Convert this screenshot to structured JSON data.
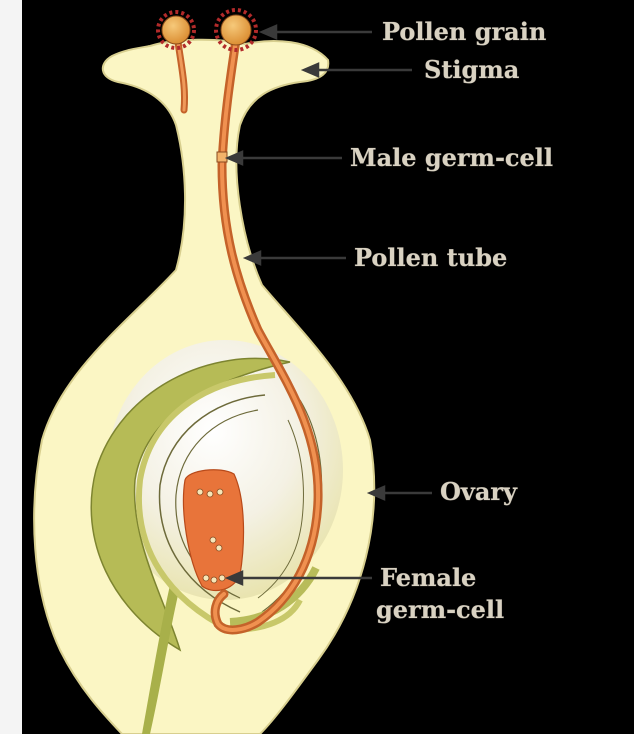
{
  "labels": {
    "pollen_grain": "Pollen grain",
    "stigma": "Stigma",
    "male_germ_cell": "Male germ-cell",
    "pollen_tube": "Pollen tube",
    "ovary": "Ovary",
    "female_germ_cell_line1": "Female",
    "female_germ_cell_line2": "germ-cell"
  },
  "colors": {
    "background": "#000000",
    "pistil_fill": "#fbf6c4",
    "pistil_outline": "#d8cf8f",
    "pollen_tube": "#e07a3a",
    "pollen_grain": "#e9a24a",
    "pollen_spikes": "#b22a2a",
    "integument": "#a8b04a",
    "embryo_sac": "#e8743a",
    "label_text": "#d9d2c2",
    "pointer": "#3a3a3a"
  }
}
